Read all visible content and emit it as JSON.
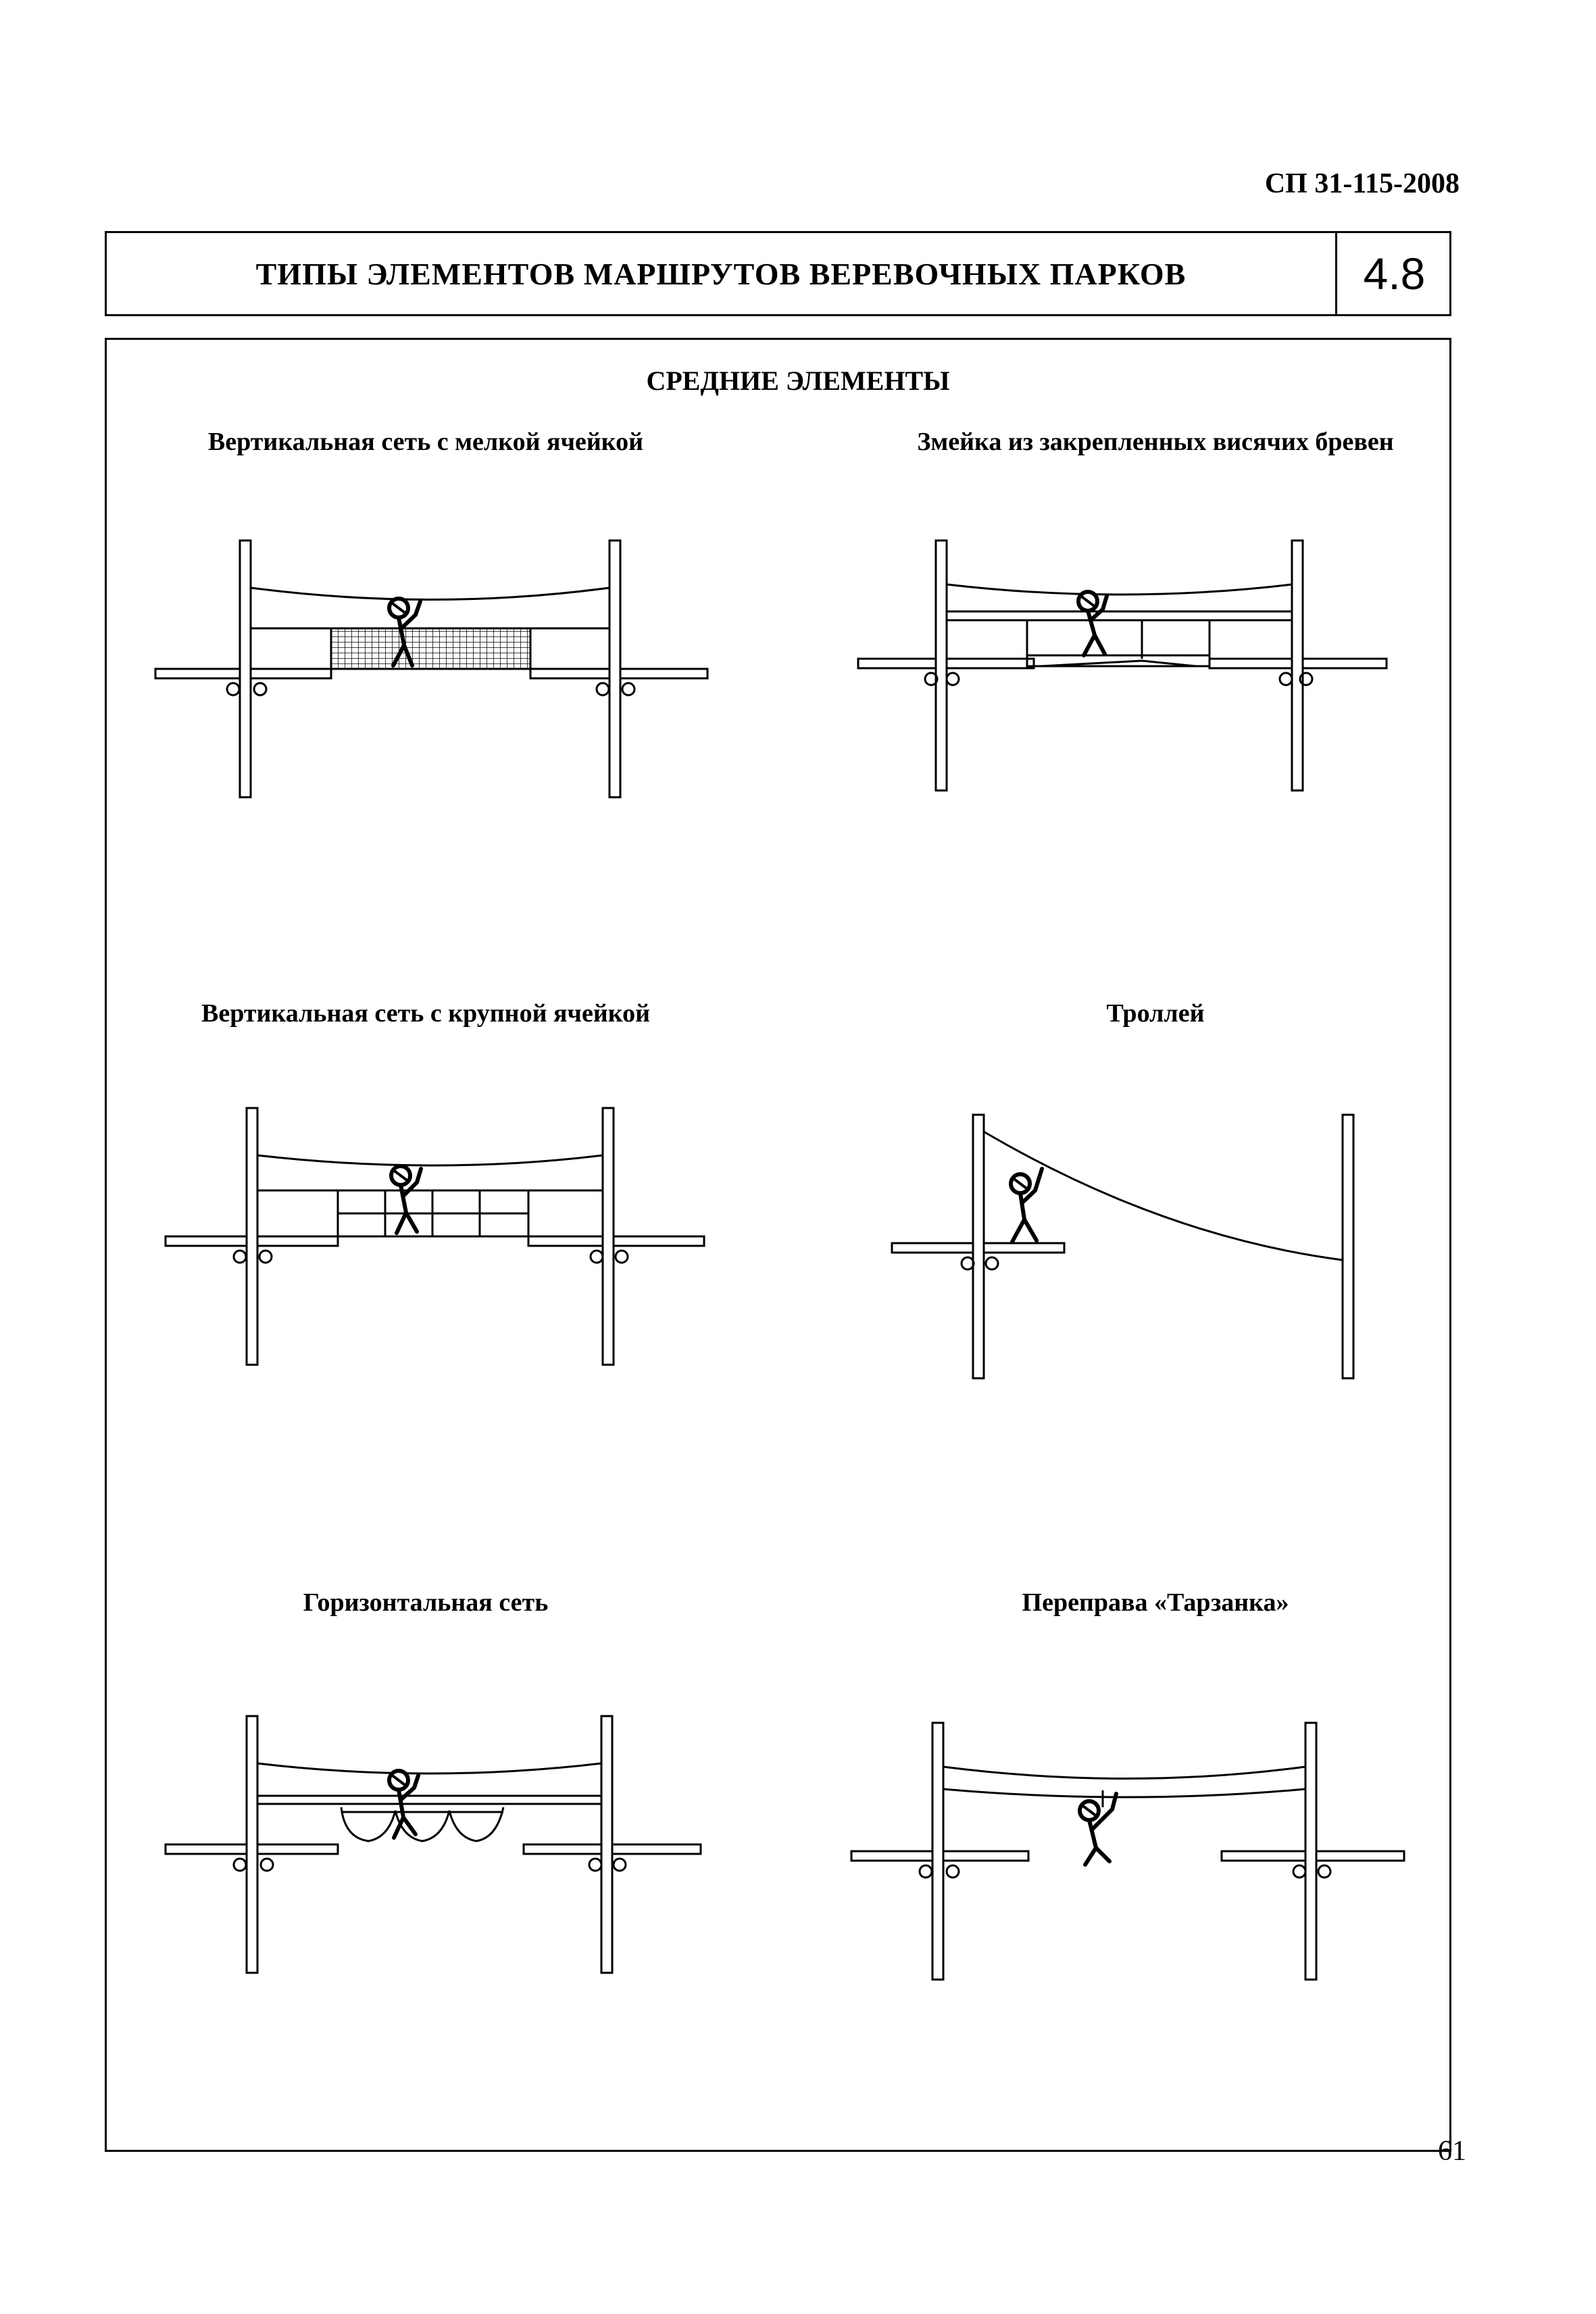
{
  "header": {
    "doc_code": "СП 31-115-2008",
    "title": "ТИПЫ ЭЛЕМЕНТОВ МАРШРУТОВ ВЕРЕВОЧНЫХ ПАРКОВ",
    "sheet_number": "4.8"
  },
  "section": {
    "heading": "СРЕДНИЕ ЭЛЕМЕНТЫ"
  },
  "elements": [
    {
      "caption": "Вертикальная сеть с мелкой ячейкой"
    },
    {
      "caption": "Змейка из закрепленных висячих бревен"
    },
    {
      "caption": "Вертикальная сеть  с крупной ячейкой"
    },
    {
      "caption": "Троллей"
    },
    {
      "caption": "Горизонтальная сеть"
    },
    {
      "caption": "Переправа «Тарзанка»"
    }
  ],
  "footer": {
    "page_number": "61"
  }
}
